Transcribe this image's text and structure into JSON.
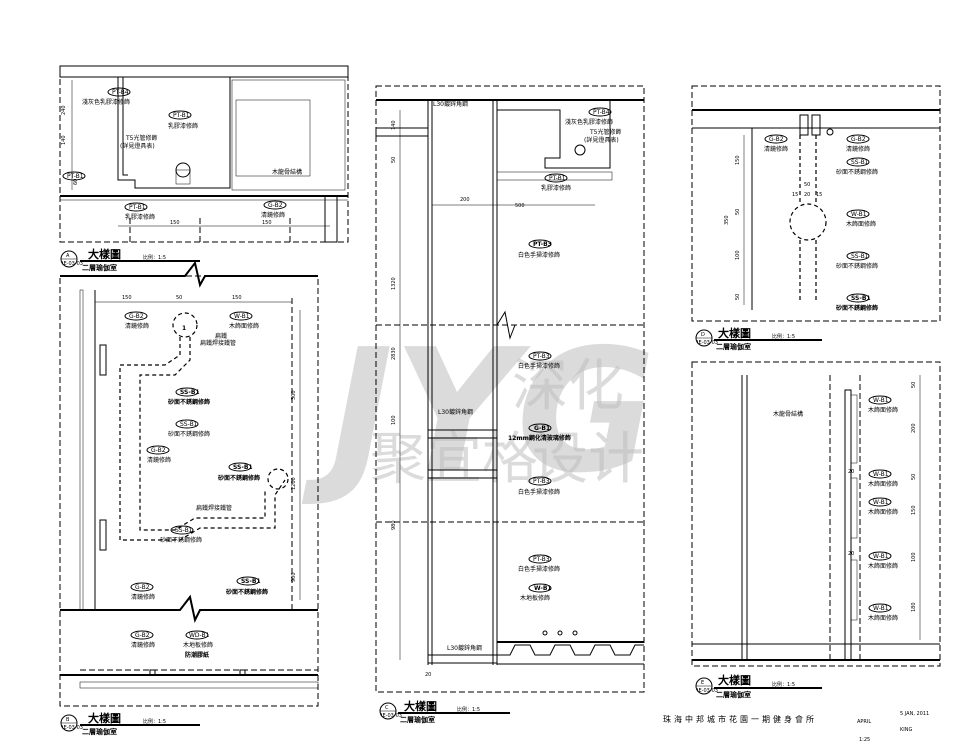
{
  "panels": {
    "a": {
      "title": "大樣圖",
      "scale": "比例：1:5",
      "subtitle": "二層瑜伽室",
      "marker": "A",
      "marker_ref": "IE-03-03",
      "labels": {
        "pt_b4_code": "PT-B4",
        "pt_b4_text": "淺灰色乳膠漆修飾",
        "pt_b1_code": "PT-B1",
        "pt_b1_text": "乳膠漆修飾",
        "lamp_1": "T5光管修飾",
        "lamp_2": "(詳見燈具表)",
        "wood_frame": "木龍骨結構",
        "pt_b1b_code": "PT-B1",
        "pt_b1b_text": "乳膠漆修飾",
        "g_b2_code": "G-B2",
        "g_b2_text": "清鏡修飾"
      },
      "dims": {
        "d240": "240",
        "d140": "140",
        "d60": "60",
        "d150a": "150",
        "d150b": "150"
      }
    },
    "b": {
      "title": "大樣圖",
      "scale": "比例：1:5",
      "subtitle": "二層瑜伽室",
      "marker": "B",
      "marker_ref": "IE-03-03",
      "labels": {
        "g_b2_code": "G-B2",
        "g_b2_text": "清鏡修飾",
        "w_b1_code": "W-B1",
        "w_b1_text": "木飾面修飾",
        "pipe_1": "扁鐵",
        "pipe_2": "扁鐵焊接鐵管",
        "ss_b1_code": "SS-B1",
        "ss_b1_text": "砂面不銹鋼修飾",
        "ss_b1b_code": "SS-B1",
        "ss_b1b_text": "砂面不銹鋼修飾",
        "g_b2b_code": "G-B2",
        "g_b2b_text": "清鏡修飾",
        "ss_b1c_code": "SS-B1",
        "ss_b1c_text": "砂面不銹鋼修飾",
        "weld": "扁鐵焊接鐵管",
        "ss_b1d_code": "SS-B1",
        "ss_b1d_text": "砂面不銹鋼修飾",
        "g_b2c_code": "G-B2",
        "g_b2c_text": "清鏡修飾",
        "ss_b1e_code": "SS-B1",
        "ss_b1e_text": "砂面不銹鋼修飾",
        "g_b2d_code": "G-B2",
        "g_b2d_text": "清鏡修飾",
        "wd_b1_code": "WD-B1",
        "wd_b1_text": "木地板修飾",
        "wd_b1_text2": "防潮膠紙"
      },
      "dims": {
        "d150a": "150",
        "d50": "50",
        "d150b": "150",
        "d300": "300",
        "d1200": "1200",
        "d900": "900"
      },
      "callout": "1"
    },
    "c": {
      "title": "大樣圖",
      "scale": "比例：1:5",
      "subtitle": "二層瑜伽室",
      "marker": "C",
      "marker_ref": "IE-03-03",
      "labels": {
        "l30_top": "L30鍍鋅角鋼",
        "pt_b4_code": "PT-B4",
        "pt_b4_text": "淺灰色乳膠漆修飾",
        "lamp_1": "T5光管修飾",
        "lamp_2": "(詳見燈具表)",
        "pt_b1_code": "PT-B1",
        "pt_b1_text": "乳膠漆修飾",
        "pt_b3_code": "PT-B3",
        "pt_b3_text": "白色手掃漆修飾",
        "pt_b3b_code": "PT-B3",
        "pt_b3b_text": "白色手掃漆修飾",
        "l30_mid": "L30鍍鋅角鋼",
        "g_b1_code": "G-B1",
        "g_b1_text": "12mm鋼化清玻璃修飾",
        "pt_b3c_code": "PT-B3",
        "pt_b3c_text": "白色手掃漆修飾",
        "pt_b3d_code": "PT-B3",
        "pt_b3d_text": "白色手掃漆修飾",
        "w_b1_code": "W-B1",
        "w_b1_text": "木地板修飾",
        "l30_bot": "L30鍍鋅角鋼"
      },
      "dims": {
        "d140": "140",
        "d50": "50",
        "d200": "200",
        "d500": "500",
        "d1320": "1320",
        "d2830": "2830",
        "d100": "100",
        "d980": "980",
        "d20": "20"
      }
    },
    "d": {
      "title": "大樣圖",
      "scale": "比例：1:5",
      "subtitle": "二層瑜伽室",
      "marker": "D",
      "marker_ref": "IE-03-03",
      "labels": {
        "g_b2_code": "G-B2",
        "g_b2_text": "清鏡修飾",
        "g_b2b_code": "G-B2",
        "g_b2b_text": "清鏡修飾",
        "ss_b1_code": "SS-B1",
        "ss_b1_text": "砂面不銹鋼修飾",
        "w_b1_code": "W-B1",
        "w_b1_text": "木飾面修飾",
        "ss_b1b_code": "SS-B1",
        "ss_b1b_text": "砂面不銹鋼修飾",
        "ss_b1c_code": "SS-B1",
        "ss_b1c_text": "砂面不銹鋼修飾"
      },
      "dims": {
        "d150": "150",
        "d350": "350",
        "d50": "50",
        "d100": "100",
        "d50b": "50",
        "d50c": "50",
        "d15a": "15",
        "d20": "20",
        "d15b": "15"
      }
    },
    "e": {
      "title": "大樣圖",
      "scale": "比例：1:5",
      "subtitle": "二層瑜伽室",
      "marker": "E",
      "marker_ref": "IE-03-03",
      "labels": {
        "wood_frame": "木龍骨結構",
        "w_b1a_code": "W-B1",
        "w_b1a_text": "木飾面修飾",
        "w_b1b_code": "W-B1",
        "w_b1b_text": "木飾面修飾",
        "w_b1c_code": "W-B1",
        "w_b1c_text": "木飾面修飾",
        "w_b1d_code": "W-B1",
        "w_b1d_text": "木飾面修飾",
        "w_b1e_code": "W-B1",
        "w_b1e_text": "木飾面修飾"
      },
      "dims": {
        "d50": "50",
        "d200": "200",
        "d20a": "20",
        "d50b": "50",
        "d150": "150",
        "d20b": "20",
        "d100": "100",
        "d180": "180"
      }
    }
  },
  "watermark": {
    "latin": "JYG",
    "cn_top": "深化",
    "cn_bottom_left": "聚宜格",
    "cn_bottom_right": "设计"
  },
  "title_block": {
    "project": "珠海中邦城市花園一期健身會所",
    "date": "5 JAN, 2011",
    "month": "APRIL",
    "drawn": "KING",
    "scale": "1:25"
  }
}
